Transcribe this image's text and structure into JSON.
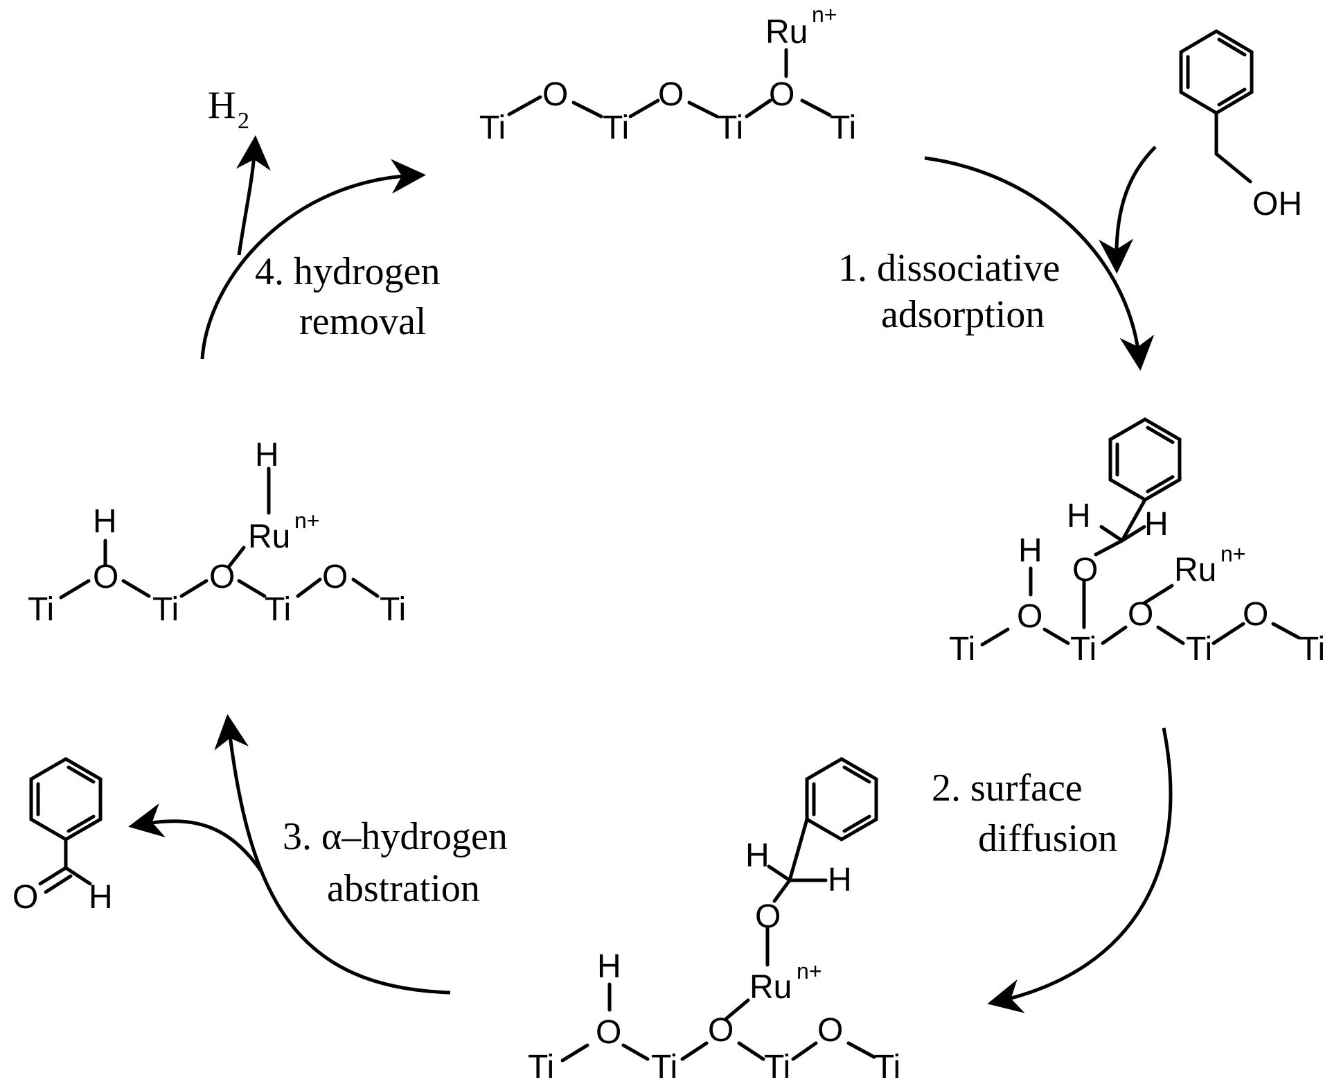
{
  "steps": {
    "s1": {
      "line1": "1. dissociative",
      "line2": "adsorption"
    },
    "s2": {
      "line1": "2. surface",
      "line2": "diffusion"
    },
    "s3": {
      "line1": "3. α–hydrogen",
      "line2": "abstration"
    },
    "s4": {
      "line1": "4. hydrogen",
      "line2": "removal"
    }
  },
  "atoms": {
    "ti": "Ti",
    "o": "O",
    "h": "H",
    "ru": "Ru",
    "ru_charge": "n+",
    "oh": "OH"
  },
  "byproducts": {
    "hydrogen": "H",
    "hydrogen_subscript": "2"
  }
}
